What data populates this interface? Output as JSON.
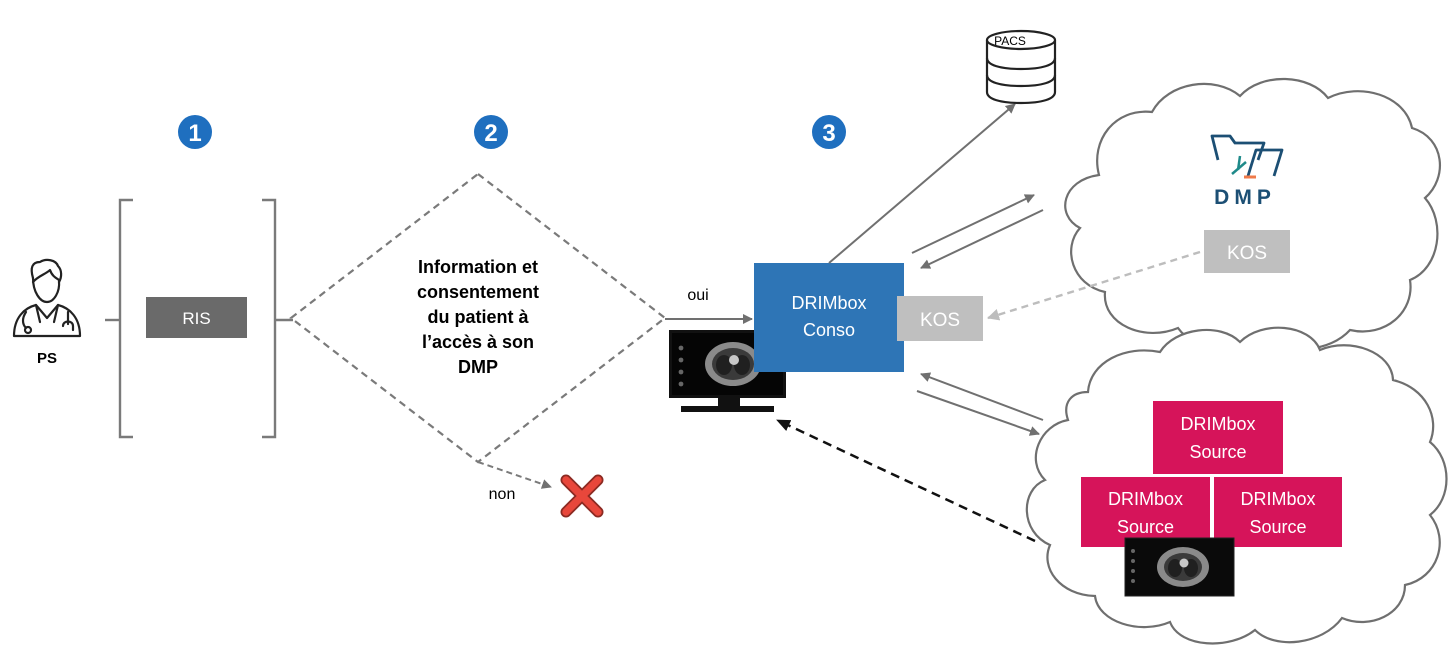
{
  "actor": {
    "label": "PS",
    "icon": "doctor-icon"
  },
  "steps": [
    {
      "number": "1"
    },
    {
      "number": "2"
    },
    {
      "number": "3"
    }
  ],
  "ris": {
    "label": "RIS"
  },
  "decision": {
    "lines": [
      "Information et",
      "consentement",
      "du patient à",
      "l’accès à son",
      "DMP"
    ],
    "yes_label": "oui",
    "no_label": "non"
  },
  "drimbox_conso": {
    "line1": "DRIMbox",
    "line2": "Conso"
  },
  "kos_local": {
    "label": "KOS"
  },
  "pacs": {
    "label": "PACS"
  },
  "dmp_cloud": {
    "logo_text": "DMP",
    "kos_label": "KOS"
  },
  "source_cloud": {
    "boxes": [
      {
        "line1": "DRIMbox",
        "line2": "Source"
      },
      {
        "line1": "DRIMbox",
        "line2": "Source"
      },
      {
        "line1": "DRIMbox",
        "line2": "Source"
      }
    ]
  },
  "colors": {
    "step_badge": "#1f6fbf",
    "ris_box": "#6a6a6a",
    "drimbox_conso": "#2e75b6",
    "kos": "#bfbfbf",
    "drimbox_source": "#d6145a",
    "reject": "#e8473b",
    "dmp_logo": "#1c4f74"
  }
}
